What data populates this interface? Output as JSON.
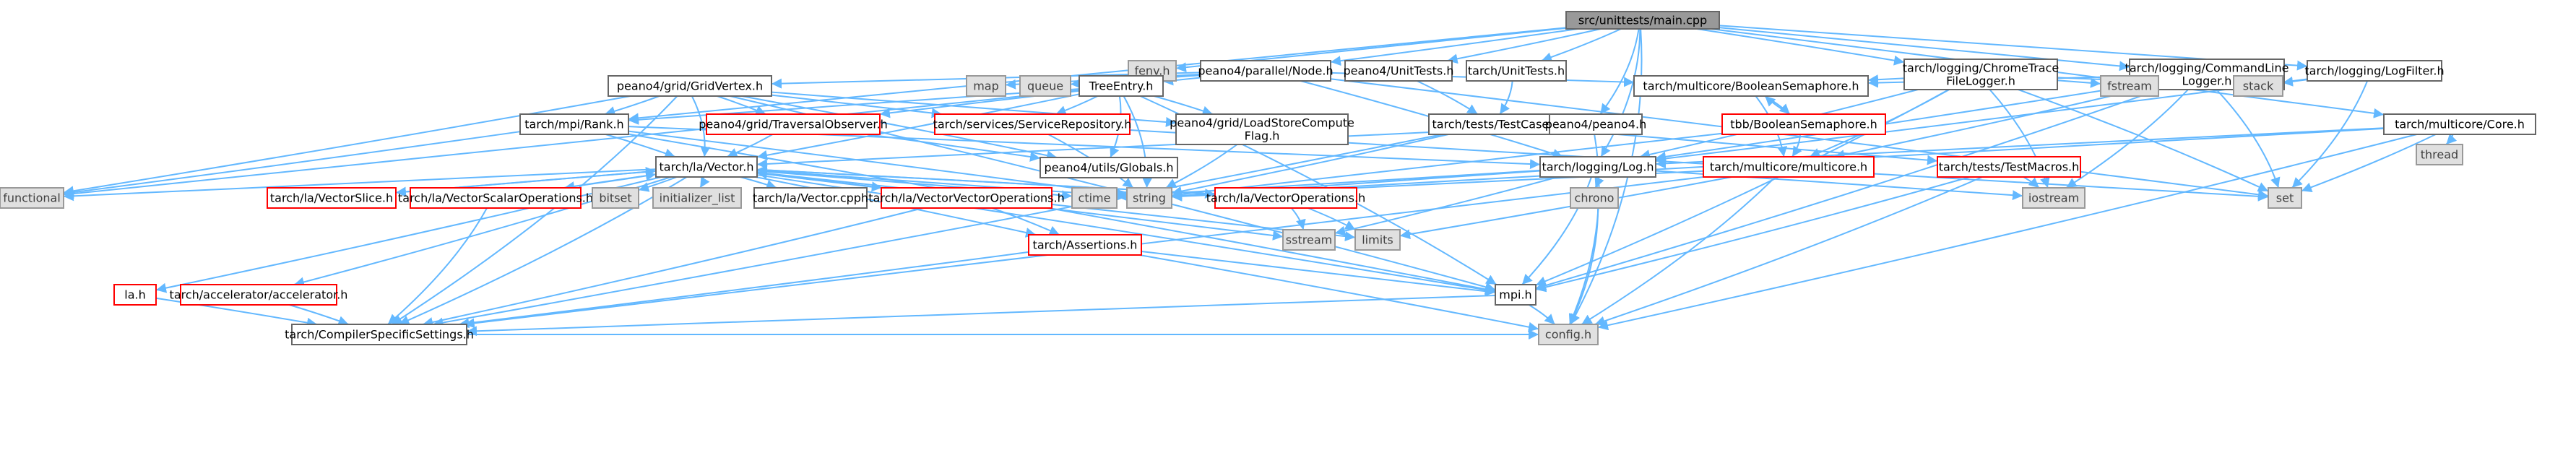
{
  "diagram": {
    "colors": {
      "edge": "#63b8ff",
      "root_fill": "#999999",
      "external_fill": "#e0e0e0",
      "highlight_border": "#ff0000"
    },
    "nodes": [
      {
        "id": "main",
        "label": "src/unittests/main.cpp",
        "kind": "root"
      },
      {
        "id": "fenv",
        "label": "fenv.h",
        "kind": "ext"
      },
      {
        "id": "parallelnode",
        "label": "peano4/parallel/Node.h",
        "kind": "norm"
      },
      {
        "id": "p4unittests",
        "label": "peano4/UnitTests.h",
        "kind": "norm"
      },
      {
        "id": "tunittests",
        "label": "tarch/UnitTests.h",
        "kind": "norm"
      },
      {
        "id": "chrometrace",
        "label": "tarch/logging/ChromeTrace\nFileLogger.h",
        "kind": "norm"
      },
      {
        "id": "cmdlogger",
        "label": "tarch/logging/CommandLine\nLogger.h",
        "kind": "norm"
      },
      {
        "id": "logfilter",
        "label": "tarch/logging/LogFilter.h",
        "kind": "norm"
      },
      {
        "id": "map",
        "label": "map",
        "kind": "ext"
      },
      {
        "id": "queue",
        "label": "queue",
        "kind": "ext"
      },
      {
        "id": "gridvertex",
        "label": "peano4/grid/GridVertex.h",
        "kind": "norm"
      },
      {
        "id": "treeentry",
        "label": "TreeEntry.h",
        "kind": "norm"
      },
      {
        "id": "boolsem",
        "label": "tarch/multicore/BooleanSemaphore.h",
        "kind": "norm"
      },
      {
        "id": "fstream",
        "label": "fstream",
        "kind": "ext"
      },
      {
        "id": "stack",
        "label": "stack",
        "kind": "ext"
      },
      {
        "id": "mpirank",
        "label": "tarch/mpi/Rank.h",
        "kind": "norm"
      },
      {
        "id": "traversalobs",
        "label": "peano4/grid/TraversalObserver.h",
        "kind": "red"
      },
      {
        "id": "servicerepo",
        "label": "tarch/services/ServiceRepository.h",
        "kind": "red"
      },
      {
        "id": "loadstore",
        "label": "peano4/grid/LoadStoreCompute\nFlag.h",
        "kind": "norm"
      },
      {
        "id": "testcase",
        "label": "tarch/tests/TestCase.h",
        "kind": "norm"
      },
      {
        "id": "peano4h",
        "label": "peano4/peano4.h",
        "kind": "norm"
      },
      {
        "id": "tbbsem",
        "label": "tbb/BooleanSemaphore.h",
        "kind": "red"
      },
      {
        "id": "core",
        "label": "tarch/multicore/Core.h",
        "kind": "norm"
      },
      {
        "id": "thread",
        "label": "thread",
        "kind": "ext"
      },
      {
        "id": "vector",
        "label": "tarch/la/Vector.h",
        "kind": "norm"
      },
      {
        "id": "globals",
        "label": "peano4/utils/Globals.h",
        "kind": "norm"
      },
      {
        "id": "log",
        "label": "tarch/logging/Log.h",
        "kind": "norm"
      },
      {
        "id": "multicore",
        "label": "tarch/multicore/multicore.h",
        "kind": "red"
      },
      {
        "id": "testmacros",
        "label": "tarch/tests/TestMacros.h",
        "kind": "red"
      },
      {
        "id": "functional",
        "label": "functional",
        "kind": "ext"
      },
      {
        "id": "vecslice",
        "label": "tarch/la/VectorSlice.h",
        "kind": "red"
      },
      {
        "id": "vecscalar",
        "label": "tarch/la/VectorScalarOperations.h",
        "kind": "red"
      },
      {
        "id": "bitset",
        "label": "bitset",
        "kind": "ext"
      },
      {
        "id": "initlist",
        "label": "initializer_list",
        "kind": "ext"
      },
      {
        "id": "veccpph",
        "label": "tarch/la/Vector.cpph",
        "kind": "norm"
      },
      {
        "id": "vecvec",
        "label": "tarch/la/VectorVectorOperations.h",
        "kind": "red"
      },
      {
        "id": "ctime",
        "label": "ctime",
        "kind": "ext"
      },
      {
        "id": "string",
        "label": "string",
        "kind": "ext"
      },
      {
        "id": "vecops",
        "label": "tarch/la/VectorOperations.h",
        "kind": "red"
      },
      {
        "id": "chrono",
        "label": "chrono",
        "kind": "ext"
      },
      {
        "id": "iostream",
        "label": "iostream",
        "kind": "ext"
      },
      {
        "id": "set",
        "label": "set",
        "kind": "ext"
      },
      {
        "id": "sstream",
        "label": "sstream",
        "kind": "ext"
      },
      {
        "id": "limits",
        "label": "limits",
        "kind": "ext"
      },
      {
        "id": "assertions",
        "label": "tarch/Assertions.h",
        "kind": "red"
      },
      {
        "id": "lah",
        "label": "la.h",
        "kind": "red"
      },
      {
        "id": "accel",
        "label": "tarch/accelerator/accelerator.h",
        "kind": "red"
      },
      {
        "id": "mpih",
        "label": "mpi.h",
        "kind": "norm"
      },
      {
        "id": "compilerspec",
        "label": "tarch/CompilerSpecificSettings.h",
        "kind": "norm"
      },
      {
        "id": "config",
        "label": "config.h",
        "kind": "ext"
      }
    ],
    "edges": [
      [
        "main",
        "fenv"
      ],
      [
        "main",
        "parallelnode"
      ],
      [
        "main",
        "p4unittests"
      ],
      [
        "main",
        "tunittests"
      ],
      [
        "main",
        "chrometrace"
      ],
      [
        "main",
        "cmdlogger"
      ],
      [
        "main",
        "logfilter"
      ],
      [
        "main",
        "core"
      ],
      [
        "main",
        "config"
      ],
      [
        "main",
        "mpirank"
      ],
      [
        "main",
        "peano4h"
      ],
      [
        "main",
        "log"
      ],
      [
        "parallelnode",
        "map"
      ],
      [
        "parallelnode",
        "queue"
      ],
      [
        "parallelnode",
        "gridvertex"
      ],
      [
        "parallelnode",
        "treeentry"
      ],
      [
        "parallelnode",
        "boolsem"
      ],
      [
        "parallelnode",
        "set"
      ],
      [
        "parallelnode",
        "log"
      ],
      [
        "p4unittests",
        "testcase"
      ],
      [
        "tunittests",
        "testcase"
      ],
      [
        "chrometrace",
        "boolsem"
      ],
      [
        "chrometrace",
        "fstream"
      ],
      [
        "chrometrace",
        "stack"
      ],
      [
        "chrometrace",
        "set"
      ],
      [
        "chrometrace",
        "iostream"
      ],
      [
        "chrometrace",
        "mpih"
      ],
      [
        "chrometrace",
        "multicore"
      ],
      [
        "chrometrace",
        "log"
      ],
      [
        "cmdlogger",
        "boolsem"
      ],
      [
        "cmdlogger",
        "fstream"
      ],
      [
        "cmdlogger",
        "stack"
      ],
      [
        "cmdlogger",
        "set"
      ],
      [
        "cmdlogger",
        "iostream"
      ],
      [
        "cmdlogger",
        "mpih"
      ],
      [
        "cmdlogger",
        "multicore"
      ],
      [
        "cmdlogger",
        "log"
      ],
      [
        "logfilter",
        "stack"
      ],
      [
        "logfilter",
        "set"
      ],
      [
        "logfilter",
        "log"
      ],
      [
        "gridvertex",
        "vector"
      ],
      [
        "gridvertex",
        "globals"
      ],
      [
        "gridvertex",
        "mpirank"
      ],
      [
        "gridvertex",
        "traversalobs"
      ],
      [
        "gridvertex",
        "functional"
      ],
      [
        "gridvertex",
        "compilerspec"
      ],
      [
        "gridvertex",
        "servicerepo"
      ],
      [
        "gridvertex",
        "loadstore"
      ],
      [
        "gridvertex",
        "mpih"
      ],
      [
        "treeentry",
        "vector"
      ],
      [
        "treeentry",
        "globals"
      ],
      [
        "treeentry",
        "mpirank"
      ],
      [
        "treeentry",
        "traversalobs"
      ],
      [
        "treeentry",
        "servicerepo"
      ],
      [
        "treeentry",
        "loadstore"
      ],
      [
        "treeentry",
        "functional"
      ],
      [
        "treeentry",
        "mpih"
      ],
      [
        "treeentry",
        "string"
      ],
      [
        "boolsem",
        "tbbsem"
      ],
      [
        "boolsem",
        "multicore"
      ],
      [
        "tbbsem",
        "boolsem"
      ],
      [
        "tbbsem",
        "multicore"
      ],
      [
        "tbbsem",
        "string"
      ],
      [
        "mpirank",
        "functional"
      ],
      [
        "mpirank",
        "vector"
      ],
      [
        "mpirank",
        "log"
      ],
      [
        "mpirank",
        "mpih"
      ],
      [
        "mpirank",
        "string"
      ],
      [
        "traversalobs",
        "vector"
      ],
      [
        "traversalobs",
        "globals"
      ],
      [
        "servicerepo",
        "string"
      ],
      [
        "servicerepo",
        "set"
      ],
      [
        "loadstore",
        "string"
      ],
      [
        "testcase",
        "testmacros"
      ],
      [
        "testcase",
        "string"
      ],
      [
        "testcase",
        "compilerspec"
      ],
      [
        "peano4h",
        "vector"
      ],
      [
        "peano4h",
        "config"
      ],
      [
        "core",
        "log"
      ],
      [
        "core",
        "thread"
      ],
      [
        "core",
        "set"
      ],
      [
        "core",
        "config"
      ],
      [
        "core",
        "string"
      ],
      [
        "vector",
        "functional"
      ],
      [
        "vector",
        "vecslice"
      ],
      [
        "vector",
        "vecscalar"
      ],
      [
        "vector",
        "bitset"
      ],
      [
        "vector",
        "initlist"
      ],
      [
        "vector",
        "veccpph"
      ],
      [
        "vector",
        "vecvec"
      ],
      [
        "vector",
        "ctime"
      ],
      [
        "vector",
        "string"
      ],
      [
        "vector",
        "vecops"
      ],
      [
        "vector",
        "assertions"
      ],
      [
        "vector",
        "lah"
      ],
      [
        "vector",
        "accel"
      ],
      [
        "vector",
        "compilerspec"
      ],
      [
        "vector",
        "mpih"
      ],
      [
        "vector",
        "sstream"
      ],
      [
        "vector",
        "limits"
      ],
      [
        "vecslice",
        "vector"
      ],
      [
        "vecscalar",
        "vector"
      ],
      [
        "vecscalar",
        "compilerspec"
      ],
      [
        "vecvec",
        "vector"
      ],
      [
        "vecvec",
        "assertions"
      ],
      [
        "vecvec",
        "compilerspec"
      ],
      [
        "vecops",
        "vector"
      ],
      [
        "vecops",
        "sstream"
      ],
      [
        "vecops",
        "limits"
      ],
      [
        "assertions",
        "mpih"
      ],
      [
        "assertions",
        "config"
      ],
      [
        "assertions",
        "compilerspec"
      ],
      [
        "lah",
        "compilerspec"
      ],
      [
        "accel",
        "compilerspec"
      ],
      [
        "log",
        "string"
      ],
      [
        "log",
        "chrono"
      ],
      [
        "log",
        "iostream"
      ],
      [
        "log",
        "mpih"
      ],
      [
        "log",
        "sstream"
      ],
      [
        "log",
        "config"
      ],
      [
        "log",
        "ctime"
      ],
      [
        "multicore",
        "config"
      ],
      [
        "multicore",
        "string"
      ],
      [
        "multicore",
        "limits"
      ],
      [
        "multicore",
        "compilerspec"
      ],
      [
        "testmacros",
        "iostream"
      ],
      [
        "testmacros",
        "mpih"
      ],
      [
        "testmacros",
        "config"
      ],
      [
        "mpih",
        "compilerspec"
      ],
      [
        "mpih",
        "config"
      ],
      [
        "compilerspec",
        "config"
      ]
    ]
  }
}
